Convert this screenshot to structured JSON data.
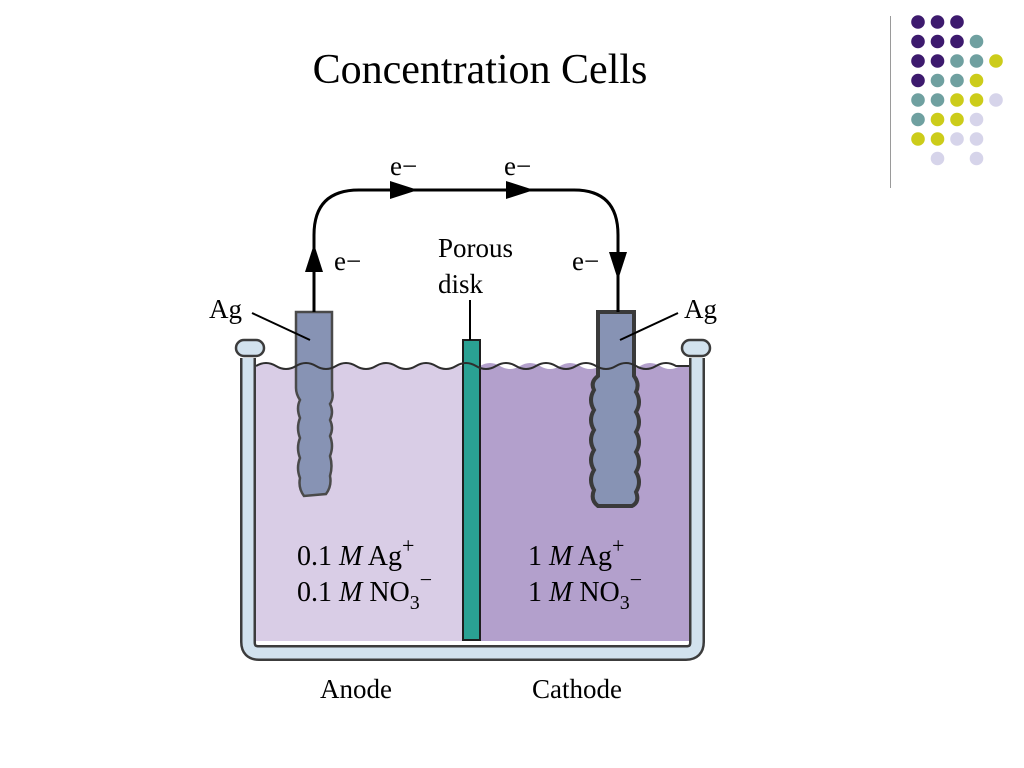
{
  "slide": {
    "title": "Concentration Cells"
  },
  "colors": {
    "dot_purple": "#3d1a6e",
    "dot_teal": "#6fa0a0",
    "dot_yellow": "#cccc1a",
    "dot_lavender": "#d6d4ea",
    "anode_solution": "#d9cde6",
    "cathode_solution": "#b3a0cc",
    "container": "#d2e2ee",
    "porous_disk": "#2aa193",
    "electrode": "#8793b4"
  },
  "decor_dots": [
    [
      "dot_purple",
      "dot_purple",
      "dot_purple",
      "",
      "",
      ""
    ],
    [
      "dot_purple",
      "dot_purple",
      "dot_purple",
      "dot_teal",
      "",
      ""
    ],
    [
      "dot_purple",
      "dot_purple",
      "dot_teal",
      "dot_teal",
      "dot_yellow",
      ""
    ],
    [
      "dot_purple",
      "dot_teal",
      "dot_teal",
      "dot_yellow",
      "",
      ""
    ],
    [
      "dot_teal",
      "dot_teal",
      "dot_yellow",
      "dot_yellow",
      "dot_lavender",
      ""
    ],
    [
      "dot_teal",
      "dot_yellow",
      "dot_yellow",
      "dot_lavender",
      "",
      ""
    ],
    [
      "dot_yellow",
      "dot_yellow",
      "dot_lavender",
      "dot_lavender",
      "",
      ""
    ],
    [
      "",
      "dot_lavender",
      "",
      "dot_lavender",
      "",
      ""
    ]
  ],
  "diagram": {
    "electron_top_left": "e−",
    "electron_top_right": "e−",
    "electron_left": "e−",
    "electron_right": "e−",
    "porous_line1": "Porous",
    "porous_line2": "disk",
    "electrode_left": "Ag",
    "electrode_right": "Ag",
    "anode": {
      "line1": {
        "num": "0.1 ",
        "unit": "M",
        "species": " Ag",
        "charge": "+"
      },
      "line2": {
        "num": "0.1 ",
        "unit": "M",
        "species": " NO",
        "sub": "3",
        "charge": "−"
      }
    },
    "cathode": {
      "line1": {
        "num": "1 ",
        "unit": "M",
        "species": " Ag",
        "charge": "+"
      },
      "line2": {
        "num": "1 ",
        "unit": "M",
        "species": " NO",
        "sub": "3",
        "charge": "−"
      }
    },
    "anode_label": "Anode",
    "cathode_label": "Cathode"
  }
}
